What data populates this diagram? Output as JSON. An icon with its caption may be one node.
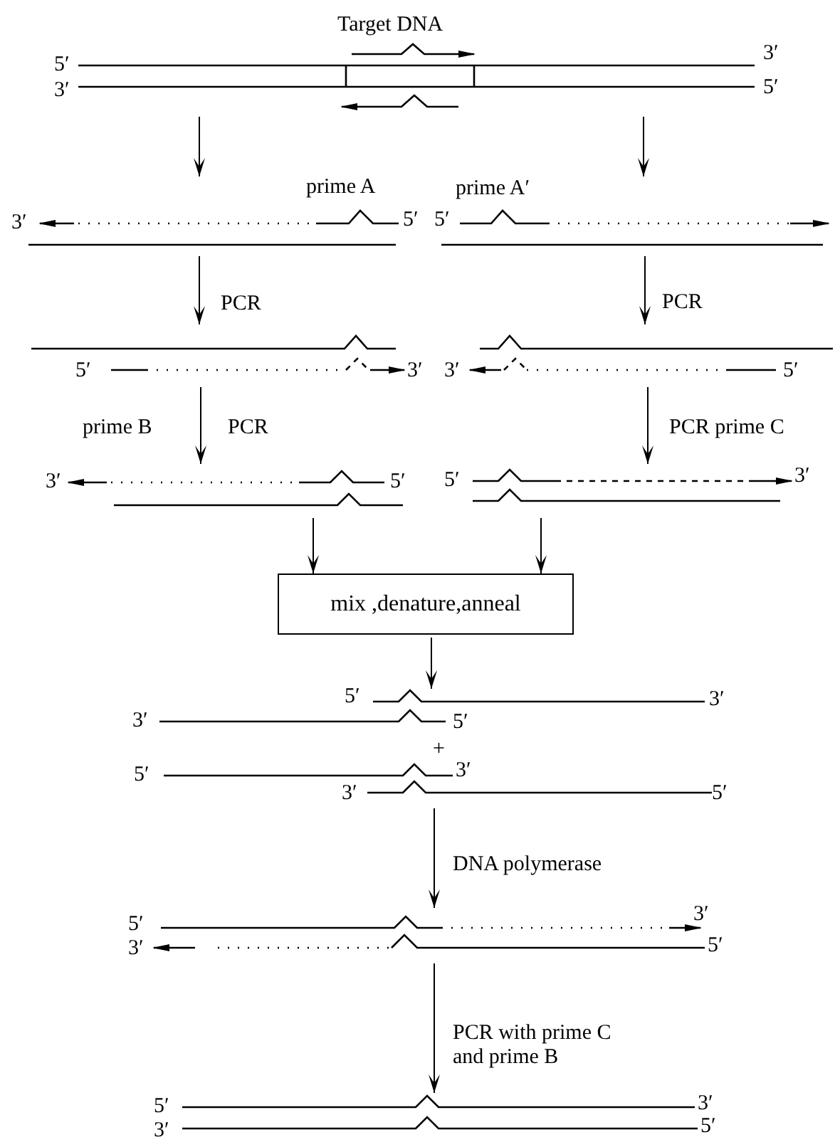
{
  "diagram": {
    "nodes": [
      {
        "text": [
          "Target DNA",
          "5′",
          "3′",
          "3′",
          "5′"
        ]
      },
      {
        "text": [
          "prime A",
          "3′",
          "5′"
        ]
      },
      {
        "text": [
          "prime A′",
          "5′"
        ]
      },
      {
        "text": [
          "5′",
          "3′"
        ]
      },
      {
        "text": [
          "3′",
          "5′"
        ]
      },
      {
        "text": [
          "3′",
          "5′"
        ]
      },
      {
        "text": [
          "5′",
          "3′"
        ]
      },
      {
        "text": [
          "mix ,denature,anneal"
        ]
      },
      {
        "text": [
          "5′",
          "3′",
          "3′",
          "5′",
          "+",
          "5′",
          "3′",
          "3′",
          "5′"
        ]
      },
      {
        "text": [
          "5′",
          "3′",
          "3′",
          "5′"
        ]
      },
      {
        "text": [
          "5′",
          "3′",
          "3′",
          "5′"
        ]
      }
    ],
    "edges": [
      {
        "from": 0,
        "to": 1,
        "arrow": "to"
      },
      {
        "from": 0,
        "to": 2,
        "arrow": "to"
      },
      {
        "from": 1,
        "to": 3,
        "arrow": "to",
        "label": "PCR"
      },
      {
        "from": 2,
        "to": 4,
        "arrow": "to",
        "label": "PCR"
      },
      {
        "from": 3,
        "to": 5,
        "arrow": "to",
        "label": "PCR"
      },
      {
        "from": 4,
        "to": 6,
        "arrow": "to",
        "label": "PCR prime C"
      },
      {
        "from": 5,
        "to": 7,
        "arrow": "to"
      },
      {
        "from": 6,
        "to": 7,
        "arrow": "to"
      },
      {
        "from": 7,
        "to": 8,
        "arrow": "to"
      },
      {
        "from": 8,
        "to": 9,
        "arrow": "to",
        "label": "DNA polymerase"
      },
      {
        "from": 9,
        "to": 10,
        "arrow": "to",
        "label": "PCR with prime C and prime B"
      }
    ],
    "labels": [
      "prime B"
    ]
  }
}
